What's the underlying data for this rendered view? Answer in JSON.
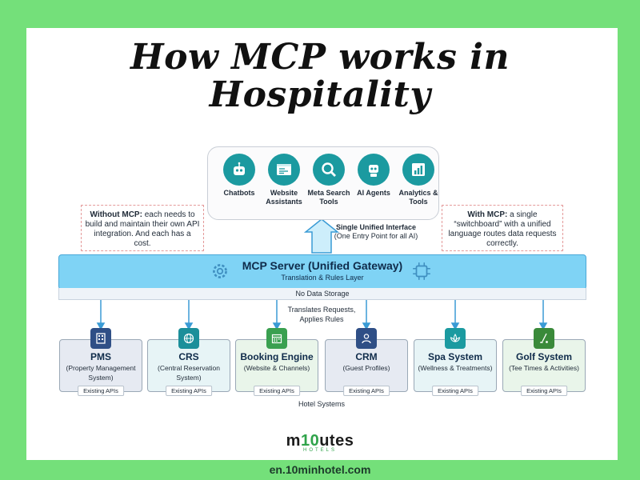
{
  "title_line1": "How MCP works in",
  "title_line2": "Hospitality",
  "clients": [
    {
      "label": "Chatbots",
      "icon": "robot-icon",
      "color": "#1b9aa0"
    },
    {
      "label": "Website Assistants",
      "icon": "browser-icon",
      "color": "#1b9aa0"
    },
    {
      "label": "Meta Search Tools",
      "icon": "magnifier-icon",
      "color": "#1b9aa0"
    },
    {
      "label": "AI Agents",
      "icon": "robot-icon",
      "color": "#1b9aa0"
    },
    {
      "label": "Analytics & Tools",
      "icon": "bar-chart-icon",
      "color": "#1b9aa0"
    }
  ],
  "note_left": {
    "bold": "Without MCP:",
    "text": " each needs to build and maintain their own API integration. And each has a cost."
  },
  "note_right": {
    "bold": "With MCP:",
    "text": " a single “switchboard” with a unified language routes data requests correctly."
  },
  "single_interface": {
    "title": "Single Unified Interface",
    "subtitle": "(One Entry Point for all AI)"
  },
  "server": {
    "title": "MCP Server (Unified Gateway)",
    "subtitle": "Translation & Rules Layer",
    "storage": "No Data Storage"
  },
  "translates": [
    "Translates Requests,",
    "Applies Rules"
  ],
  "systems": [
    {
      "name": "PMS",
      "desc": [
        "(Property Management",
        "System)"
      ],
      "api": "Existing APIs",
      "bg": "#e6eaf2",
      "icon_bg": "#2f4f86",
      "icon": "building-icon"
    },
    {
      "name": "CRS",
      "desc": [
        "(Central Reservation",
        "System)"
      ],
      "api": "Existing APIs",
      "bg": "#e7f4f6",
      "icon_bg": "#1b8f9a",
      "icon": "globe-icon"
    },
    {
      "name": "Booking Engine",
      "desc": [
        "(Website & Channels)",
        ""
      ],
      "api": "Existing APIs",
      "bg": "#e9f5ea",
      "icon_bg": "#3aa050",
      "icon": "calendar-icon"
    },
    {
      "name": "CRM",
      "desc": [
        "(Guest Profiles)",
        ""
      ],
      "api": "Existing APIs",
      "bg": "#e6eaf2",
      "icon_bg": "#2f4f86",
      "icon": "person-icon"
    },
    {
      "name": "Spa System",
      "desc": [
        "(Wellness & Treatments)",
        ""
      ],
      "api": "Existing APIs",
      "bg": "#e7f4f6",
      "icon_bg": "#1b9aa0",
      "icon": "lotus-icon"
    },
    {
      "name": "Golf System",
      "desc": [
        "(Tee Times & Activities)",
        ""
      ],
      "api": "Existing APIs",
      "bg": "#e9f5ea",
      "icon_bg": "#3a8a3a",
      "icon": "golf-club-icon"
    }
  ],
  "hotel_systems": "Hotel Systems",
  "logo": {
    "text_a": "m",
    "text_b": "1",
    "text_c": "0",
    "text_d": "utes",
    "sub": "HOTELS"
  },
  "url": "en.10minhotel.com",
  "colors": {
    "background": "#74e07a",
    "server": "#7fd3f5",
    "arrow": "#3a9bd5"
  }
}
